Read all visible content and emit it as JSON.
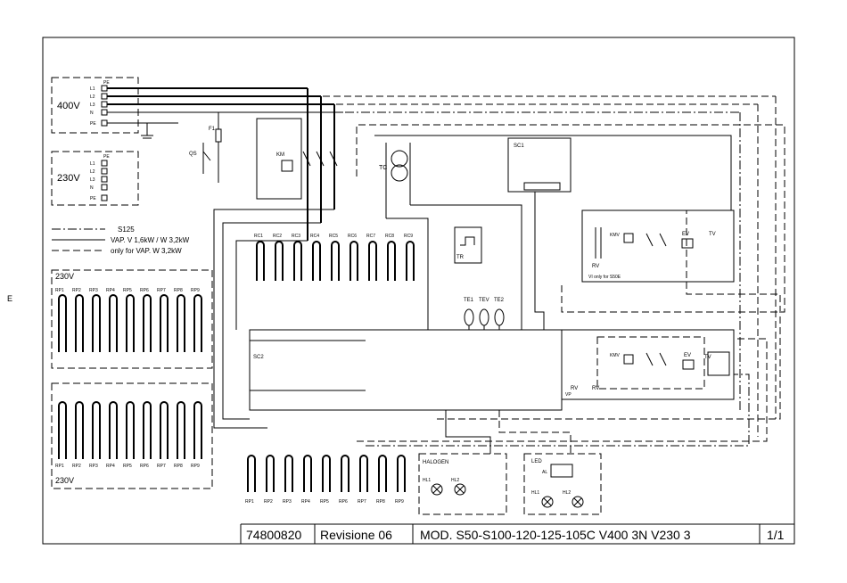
{
  "side_mark": "E",
  "supplies": {
    "v400": {
      "label": "400V",
      "terms": [
        "PE",
        "L1",
        "L2",
        "L3",
        "N",
        "PE"
      ]
    },
    "v230": {
      "label": "230V",
      "terms": [
        "PE",
        "L1",
        "L2",
        "L3",
        "N",
        "PE"
      ]
    }
  },
  "legend": [
    {
      "text": "S125"
    },
    {
      "text": "VAP. V 1,6kW / W 3,2kW"
    },
    {
      "text": "only for VAP. W 3,2kW"
    }
  ],
  "groups": {
    "upper_230": "230V",
    "lower_230": "230V",
    "upper_rp": [
      "RP1",
      "RP2",
      "RP3",
      "RP4",
      "RP5",
      "RP6",
      "RP7",
      "RP8",
      "RP9"
    ],
    "lower_rp": [
      "RP1",
      "RP2",
      "RP3",
      "RP4",
      "RP5",
      "RP6",
      "RP7",
      "RP8",
      "RP9"
    ],
    "rc": [
      "RC1",
      "RC2",
      "RC3",
      "RC4",
      "RC5",
      "RC6",
      "RC7",
      "RC8",
      "RC9"
    ],
    "bottom_rp": [
      "RP1",
      "RP2",
      "RP3",
      "RP4",
      "RP5",
      "RP6",
      "RP7",
      "RP8",
      "RP9"
    ]
  },
  "components": {
    "qs": "QS",
    "f1": "F1",
    "km": "KM",
    "tc": "TC",
    "tr": "TR",
    "sc1": "SC1",
    "sc2": "SC2",
    "te": [
      "TE1",
      "TEV",
      "TE2"
    ],
    "rv": "RV",
    "kmv": "KMV",
    "ev": "EV",
    "tv": "TV",
    "vi_note": "VI only for S50E",
    "vp": "VP",
    "halogen": "HALOGEN",
    "led": "LED",
    "hl": [
      "HL1",
      "HL2"
    ],
    "al": "AL"
  },
  "title_block": {
    "code": "74800820",
    "revision": "Revisione 06",
    "model": "MOD. S50-S100-120-125-105C V400 3N V230 3",
    "sheet": "1/1"
  }
}
